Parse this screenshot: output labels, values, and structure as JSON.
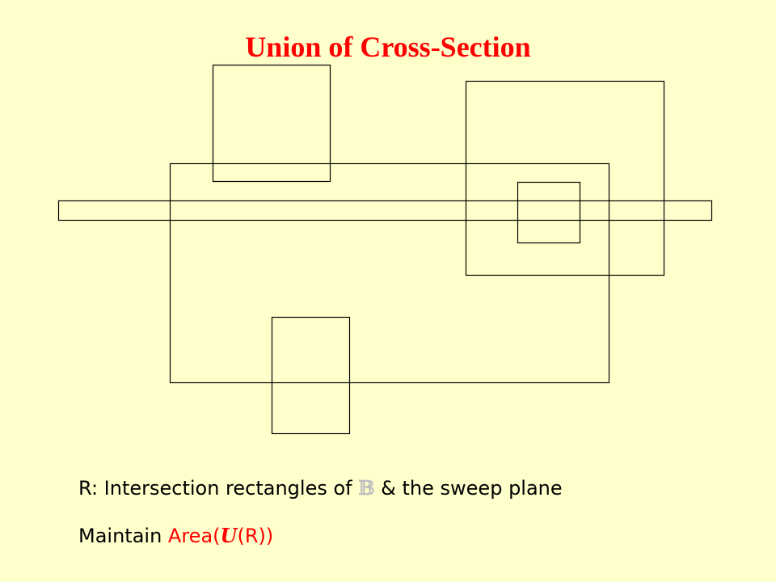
{
  "title": "Union of Cross-Section",
  "caption": {
    "line1_prefix": "R: Intersection rectangles of ",
    "line1_symbol": "𝔹",
    "line1_suffix": " & the sweep plane",
    "line2_prefix": "Maintain ",
    "line2_area_open": "Area(",
    "line2_union_symbol": "U",
    "line2_area_close": "(R))"
  },
  "colors": {
    "background": "#FFFFCC",
    "title": "#FF0000",
    "outline": "#000000",
    "highlight": "#FF0000",
    "symbol_gray": "#BFBFBF"
  }
}
